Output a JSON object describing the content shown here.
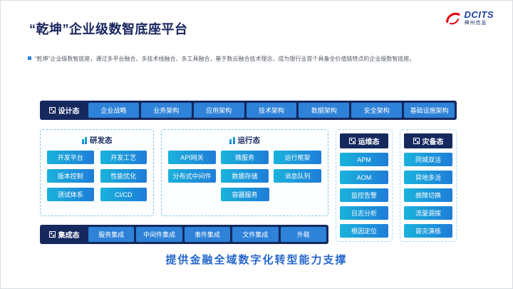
{
  "header": {
    "title": "“乾坤”企业级数智底座平台",
    "logo": {
      "brand": "DCITS",
      "company": "神州信息"
    }
  },
  "intro": {
    "text": "“乾坤”企业级数智底座，通过多平台融合、多技术栈融合、多工具融合，基于数云融合技术理念，成为银行业首个具备全价值链特点的企业级数智底座。"
  },
  "diagram": {
    "design": {
      "label": "设计态",
      "items": [
        "企业战略",
        "业务架构",
        "应用架构",
        "技术架构",
        "数据架构",
        "安全架构",
        "基础设施架构"
      ]
    },
    "dev": {
      "label": "研发态",
      "items": [
        "开发平台",
        "开发工艺",
        "版本控制",
        "性能优化",
        "测试体系",
        "CI/CD"
      ]
    },
    "run": {
      "label": "运行态",
      "row1": [
        "API网关",
        "微服务",
        "运行框架"
      ],
      "row2": [
        "分布式中间件",
        "数据存储",
        "消息队列"
      ],
      "row3": [
        "容器服务"
      ]
    },
    "ops": {
      "label": "运维态",
      "items": [
        "APM",
        "AOM",
        "监控告警",
        "日志分析",
        "根因定位"
      ]
    },
    "disaster": {
      "label": "灾备态",
      "items": [
        "同城双活",
        "异地多活",
        "故障切换",
        "流量调拨",
        "容灾演练"
      ]
    },
    "integration": {
      "label": "集成态",
      "items": [
        "服务集成",
        "中间件集成",
        "事件集成",
        "文件集成",
        "外联"
      ]
    }
  },
  "footer": {
    "text": "提供金融全域数字化转型能力支撑"
  },
  "colors": {
    "navy": "#15295f",
    "blue": "#2e82d8",
    "cyan": "#1ab3dc",
    "accent_red": "#e60012"
  }
}
